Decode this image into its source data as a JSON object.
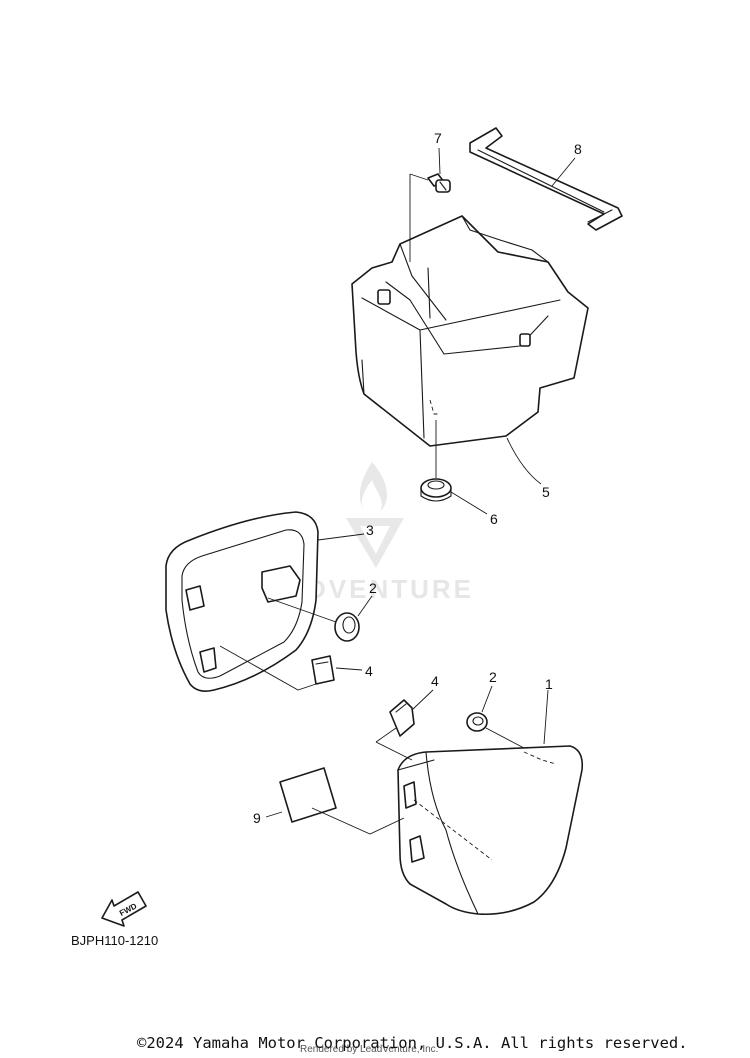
{
  "diagram": {
    "code": "BJPH110-1210",
    "fwd_label": "FWD",
    "callouts": {
      "p1": "1",
      "p2a": "2",
      "p2b": "2",
      "p3": "3",
      "p4a": "4",
      "p4b": "4",
      "p5": "5",
      "p6": "6",
      "p7": "7",
      "p8": "8",
      "p9": "9"
    }
  },
  "watermark": {
    "text": "LEADVENTURE"
  },
  "footer": {
    "copyright": "©2024 Yamaha Motor Corporation, U.S.A. All rights reserved.",
    "rendered_by": "Rendered by LeadVenture, Inc."
  }
}
